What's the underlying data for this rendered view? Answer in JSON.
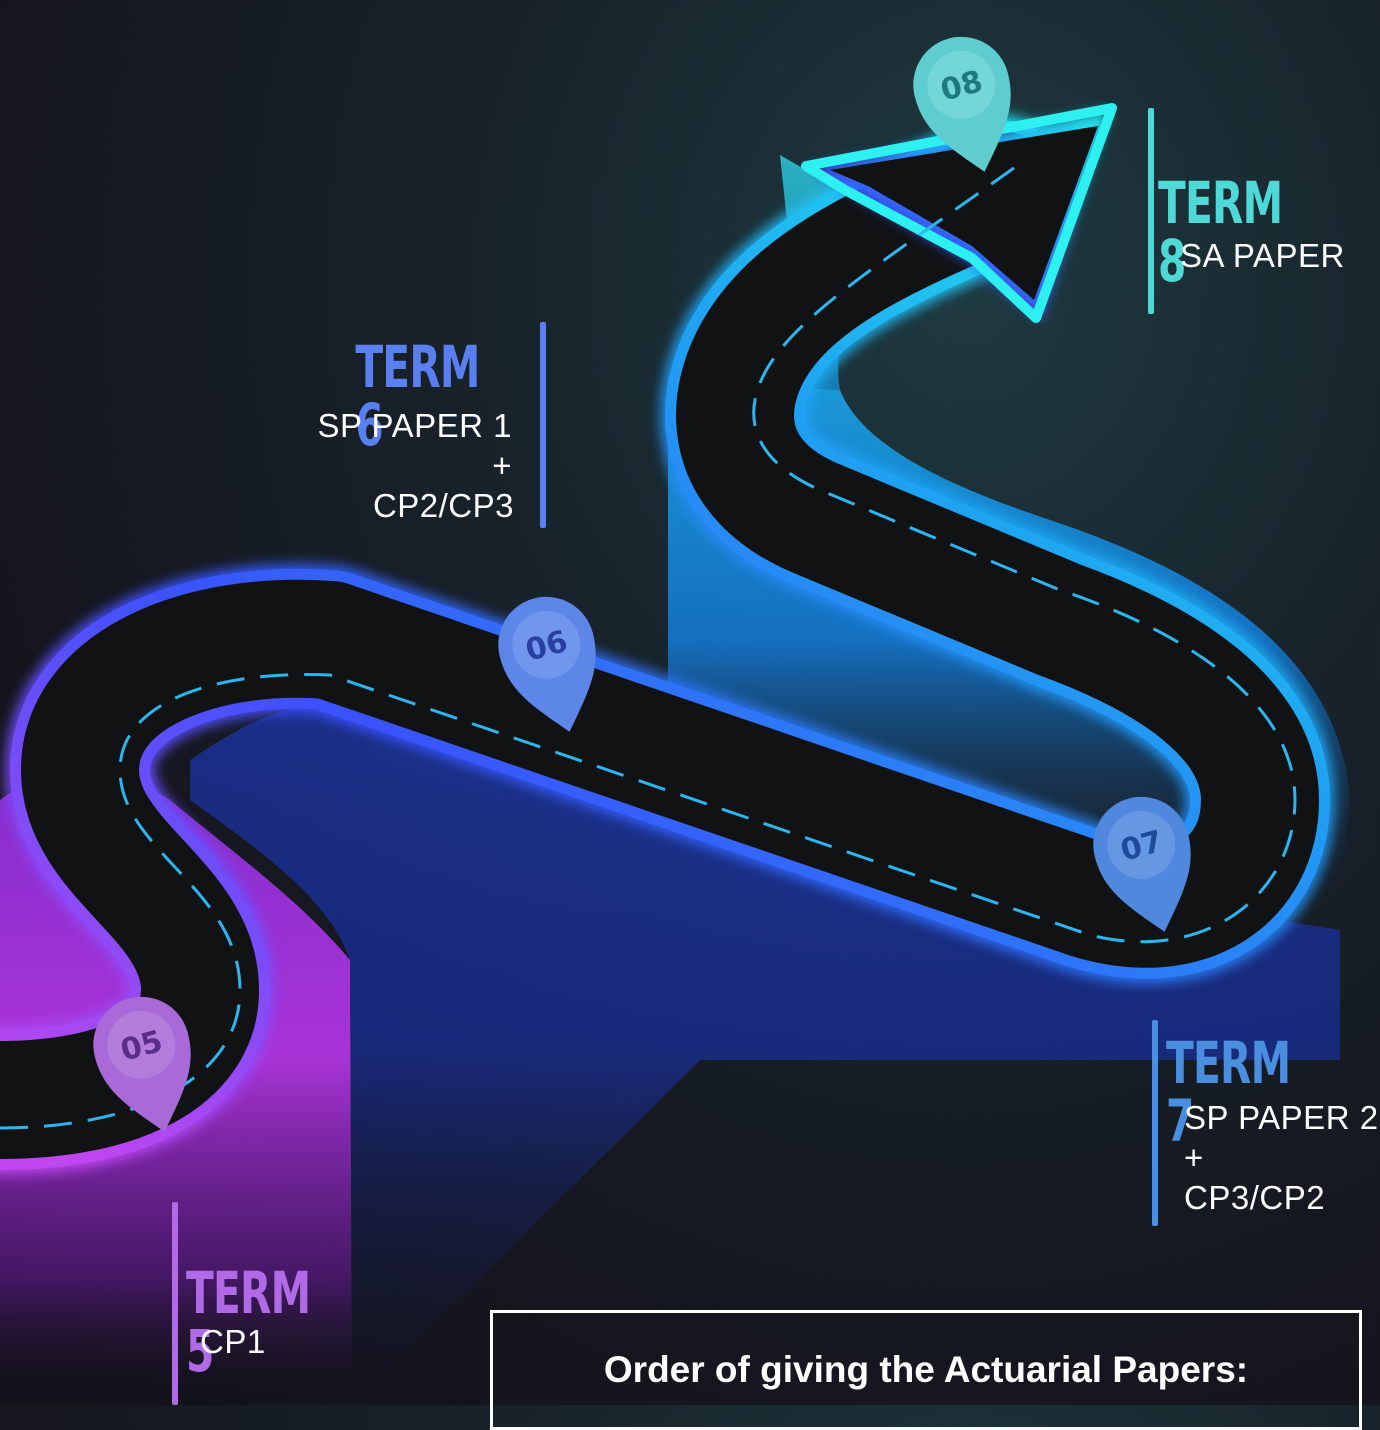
{
  "terms": [
    {
      "id": "term8",
      "heading": "TERM 8",
      "lines": [
        "SA PAPER"
      ],
      "color": "#4ed8d6"
    },
    {
      "id": "term6",
      "heading": "TERM 6",
      "lines": [
        "SP PAPER 1",
        "+",
        "CP2/CP3"
      ],
      "color": "#5a7ff0"
    },
    {
      "id": "term7",
      "heading": "TERM 7",
      "lines": [
        "SP PAPER 2",
        "+",
        "CP3/CP2"
      ],
      "color": "#4a8ee0"
    },
    {
      "id": "term5",
      "heading": "TERM 5",
      "lines": [
        "CP1"
      ],
      "color": "#b06ae6"
    }
  ],
  "pins": [
    {
      "label": "05",
      "color": "#a76ad6"
    },
    {
      "label": "06",
      "color": "#5c86e8"
    },
    {
      "label": "07",
      "color": "#4f88dc"
    },
    {
      "label": "08",
      "color": "#5fcdcf"
    }
  ],
  "order_box": {
    "title": "Order of giving the Actuarial Papers:"
  },
  "colors": {
    "purple": "#b04ae6",
    "blue": "#2f4ff0",
    "sky": "#1ea0f0",
    "cyan": "#18e0e0",
    "road": "#111214"
  }
}
